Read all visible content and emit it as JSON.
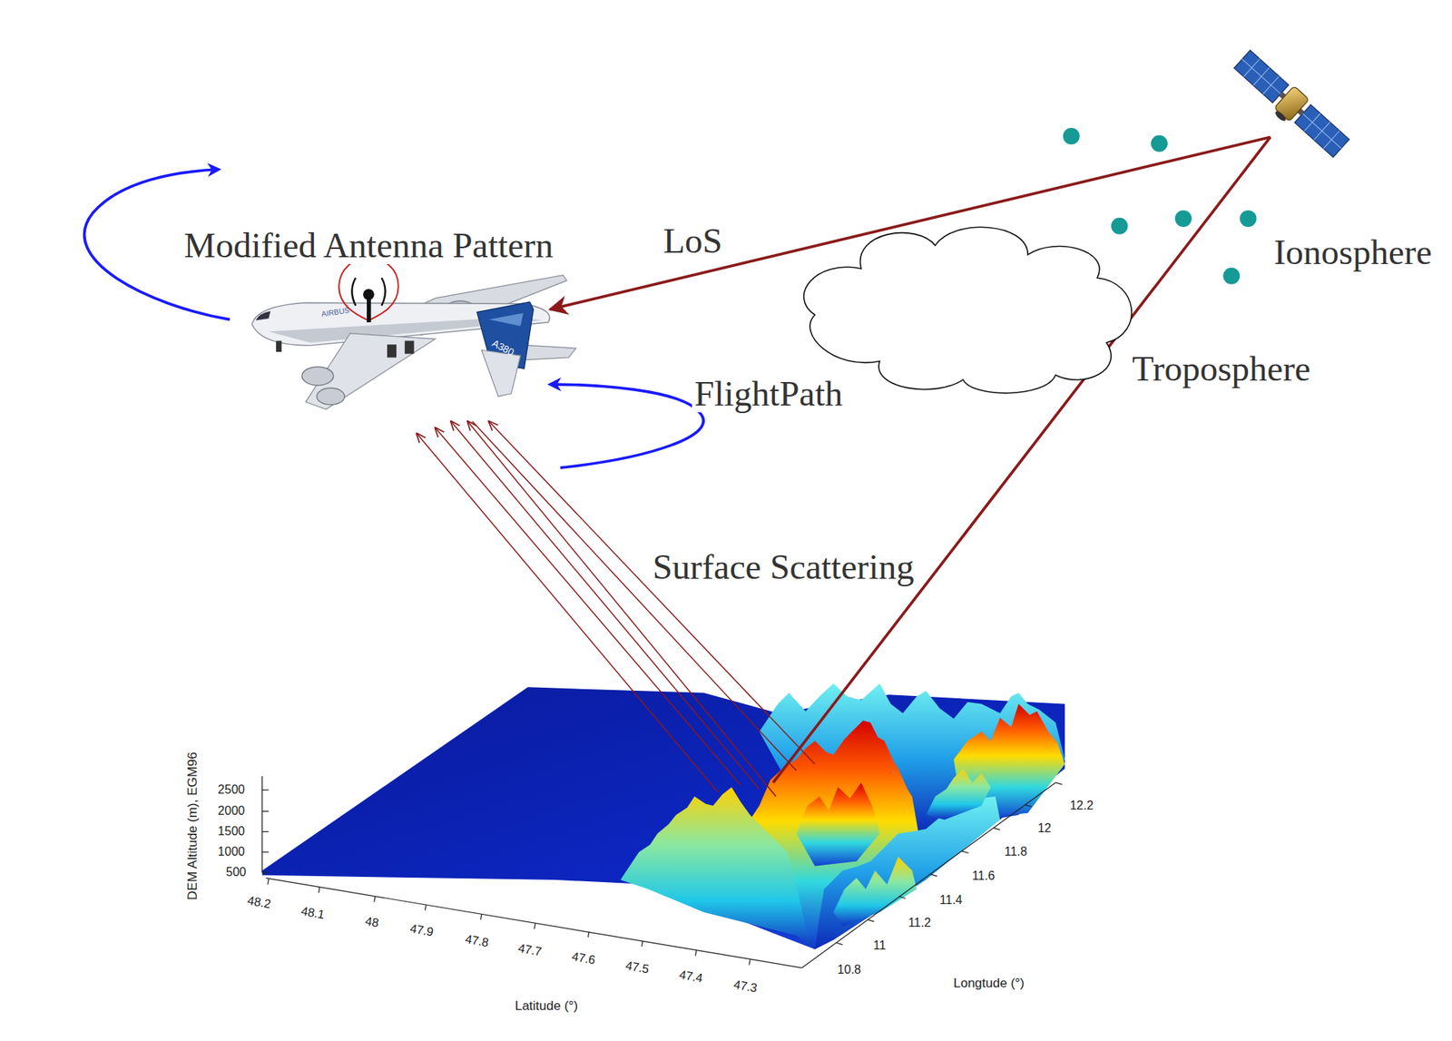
{
  "diagram": {
    "labels": [
      "Modified Antenna Pattern",
      "LoS",
      "Ionosphere",
      "Troposphere",
      "FlightPath",
      "Surface Scattering",
      "AIRBUS",
      "A380",
      "DEM Altitude (m), EGM96",
      "2500",
      "2000",
      "1500",
      "1000",
      "500",
      "48.2",
      "48.1",
      "48",
      "47.9",
      "47.8",
      "47.7",
      "47.6",
      "47.5",
      "47.4",
      "47.3",
      "Latitude (°)",
      "12.2",
      "12",
      "11.8",
      "11.6",
      "11.4",
      "11.2",
      "11",
      "10.8",
      "Longtude (°)"
    ]
  }
}
